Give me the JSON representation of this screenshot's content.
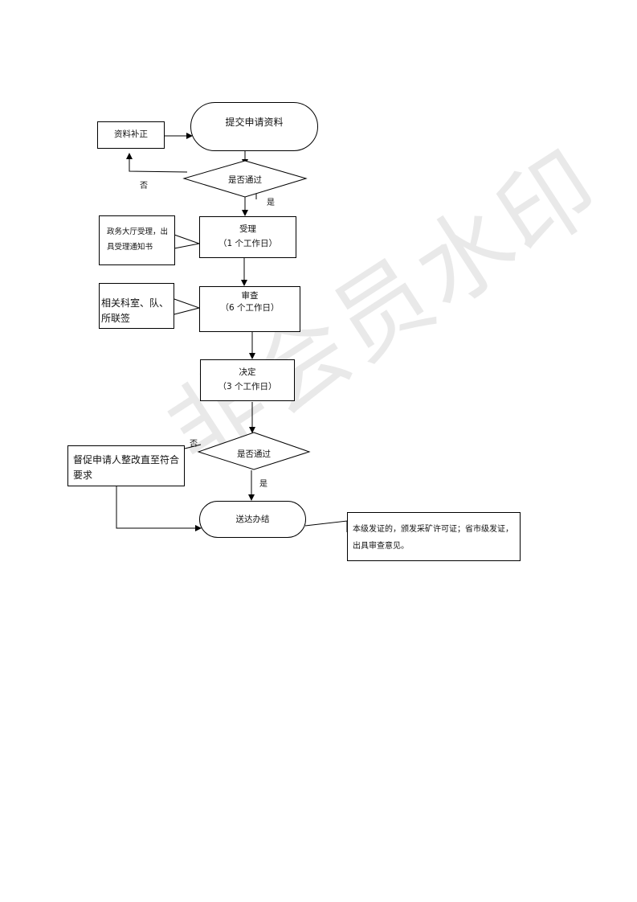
{
  "watermark": "非会员水印",
  "nodes": {
    "submit": "提交申请资料",
    "supplement": "资料补正",
    "check1": "是否通过",
    "accept_title": "受理",
    "accept_days": "（1 个工作日）",
    "review_title": "审查",
    "review_days": "（6 个工作日）",
    "decide_title": "决定",
    "decide_days": "（3 个工作日）",
    "check2": "是否通过",
    "urge": "督促申请人整改直至符合要求",
    "deliver": "送达办结"
  },
  "notes": {
    "hall": "政务大厅受理，出具受理通知书",
    "depts": "相关科室、队、所联签",
    "issue": "本级发证的，颁发采矿许可证；省市级发证，出具审查意见。"
  },
  "labels": {
    "no1": "否",
    "yes1": "是",
    "no2": "否",
    "yes2": "是"
  }
}
